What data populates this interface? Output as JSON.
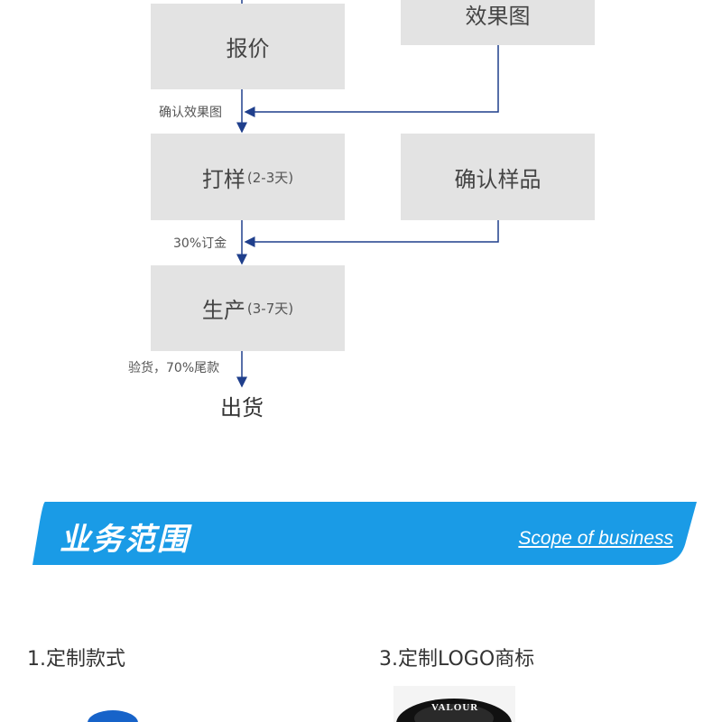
{
  "flow": {
    "box_effect": "效果图",
    "box_quote": "报价",
    "box_sample": {
      "main": "打样",
      "sub": "(2-3天)"
    },
    "box_confirm": "确认样品",
    "box_produce": {
      "main": "生产",
      "sub": "(3-7天)"
    },
    "label_confirm_effect": "确认效果图",
    "label_deposit": "30%订金",
    "label_inspect": "验货，70%尾款",
    "final_ship": "出货"
  },
  "banner": {
    "title": "业务范围",
    "subtitle": "Scope of business",
    "color": "#1a9be6"
  },
  "sections": {
    "item1": "1.定制款式",
    "item3": "3.定制LOGO商标"
  },
  "logo_text": "VALOUR"
}
